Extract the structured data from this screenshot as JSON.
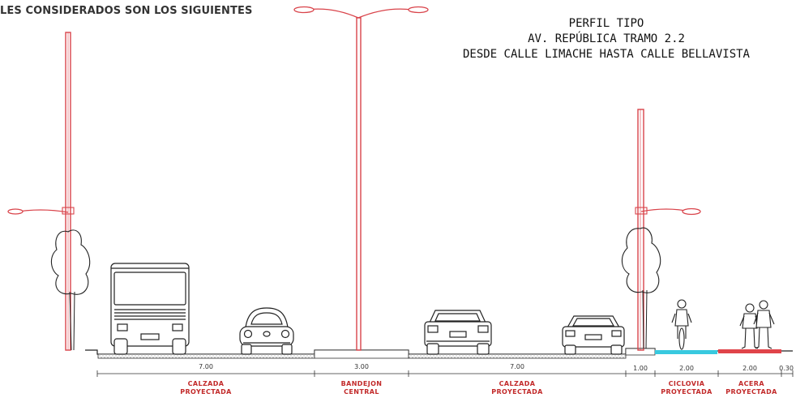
{
  "header": {
    "text": "LES CONSIDERADOS SON LOS SIGUIENTES"
  },
  "title": {
    "line1": "PERFIL TIPO",
    "line2": "AV. REPÚBLICA TRAMO 2.2",
    "line3": "DESDE CALLE LIMACHE HASTA CALLE BELLAVISTA"
  },
  "dimensions": {
    "calzada_left": "7.00",
    "bandejon": "3.00",
    "calzada_right": "7.00",
    "strip": "1.00",
    "ciclovia": "2.00",
    "acera": "2.00",
    "edge": "0.30"
  },
  "labels": {
    "calzada_left": [
      "CALZADA",
      "PROYECTADA"
    ],
    "bandejon": [
      "BANDEJON",
      "CENTRAL"
    ],
    "calzada_right": [
      "CALZADA",
      "PROYECTADA"
    ],
    "ciclovia": [
      "CICLOVIA",
      "PROYECTADA"
    ],
    "acera": [
      "ACERA",
      "PROYECTADA"
    ]
  },
  "colors": {
    "lamp_post": "#d9434a",
    "label_red": "#c22a2a",
    "ciclovia": "#38c9df",
    "acera": "#e0444a",
    "line": "#222222"
  }
}
